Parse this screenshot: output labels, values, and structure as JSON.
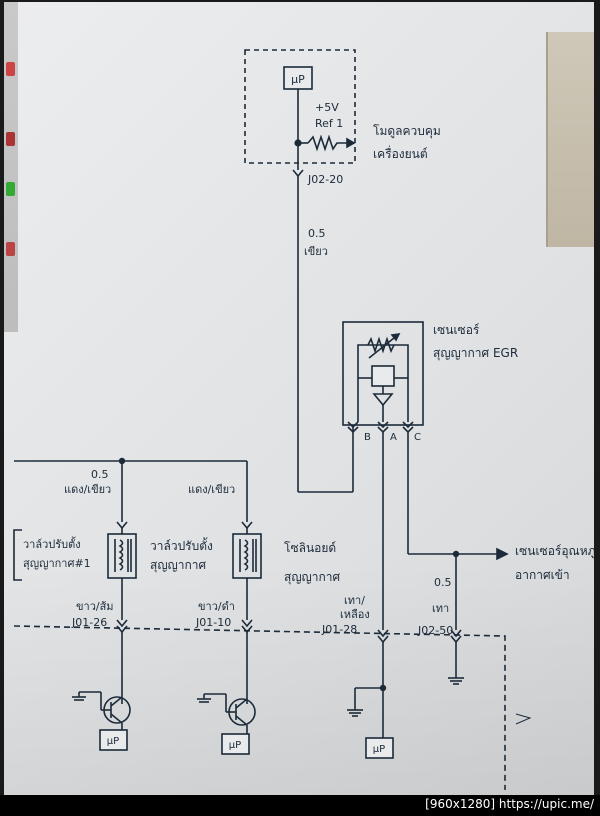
{
  "ecm": {
    "mu_top": "µP",
    "supply": "+5V",
    "ref": "Ref 1",
    "label_line1": "โมดูลควบคุม",
    "label_line2": "เครื่องยนต์"
  },
  "wire_ref": {
    "pin": "J02-20",
    "gauge": "0.5",
    "color": "เขียว"
  },
  "egr_sensor": {
    "label_line1": "เซนเซอร์",
    "label_line2": "สุญญากาศ EGR",
    "pin_b": "B",
    "pin_a": "A",
    "pin_c": "C"
  },
  "left_wires": {
    "gauge": "0.5",
    "color1": "แดง/เขียว",
    "color2": "แดง/เขียว"
  },
  "partial_label": {
    "line1": "วาล์วปรับตั้ง",
    "line2": "สุญญากาศ#1"
  },
  "valve": {
    "line1": "วาล์วปรับตั้ง",
    "line2": "สุญญากาศ"
  },
  "solenoid": {
    "line1": "โซลินอยด์",
    "line2": "สุญญากาศ"
  },
  "intake_sensor": {
    "line1": "เซนเซอร์อุณหภู",
    "line2": "อากาศเข้า"
  },
  "pins_bottom": {
    "p1_color": "ขาว/ส้ม",
    "p1_pin": "J01-26",
    "p2_color": "ขาว/ดำ",
    "p2_pin": "J01-10",
    "p3_color1": "เทา/",
    "p3_color2": "เหลือง",
    "p3_pin": "J01-28",
    "p4_gauge": "0.5",
    "p4_color": "เทา",
    "p4_pin": "J02-50"
  },
  "mu_boxes": [
    "µP",
    "µP",
    "µP"
  ],
  "colors": {
    "line": "#1c2b3a",
    "background": "#e4e6e8"
  },
  "footer": {
    "watermark": "[960x1280] https://upic.me/"
  }
}
